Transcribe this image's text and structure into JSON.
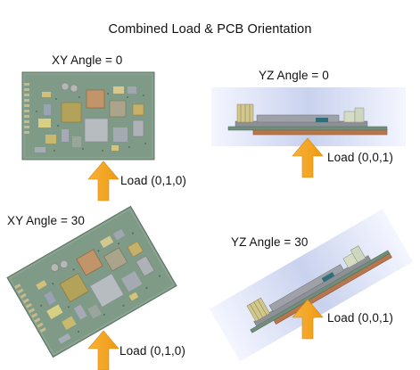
{
  "figure": {
    "title": "Combined Load & PCB Orientation",
    "panels": [
      {
        "angle_label": "XY Angle = 0",
        "load_label": "Load (0,1,0)"
      },
      {
        "angle_label": "YZ Angle = 0",
        "load_label": "Load (0,0,1)"
      },
      {
        "angle_label": "XY Angle = 30",
        "load_label": "Load (0,1,0)"
      },
      {
        "angle_label": "YZ Angle = 30",
        "load_label": "Load (0,0,1)"
      }
    ],
    "colors": {
      "board_green": "#7f9a86",
      "board_edge": "#5d7566",
      "load_arrow": "#f5a623",
      "side_view_background": "#c9d2ee",
      "copper": "#b8764e",
      "component_gray": "#8d9096"
    }
  }
}
